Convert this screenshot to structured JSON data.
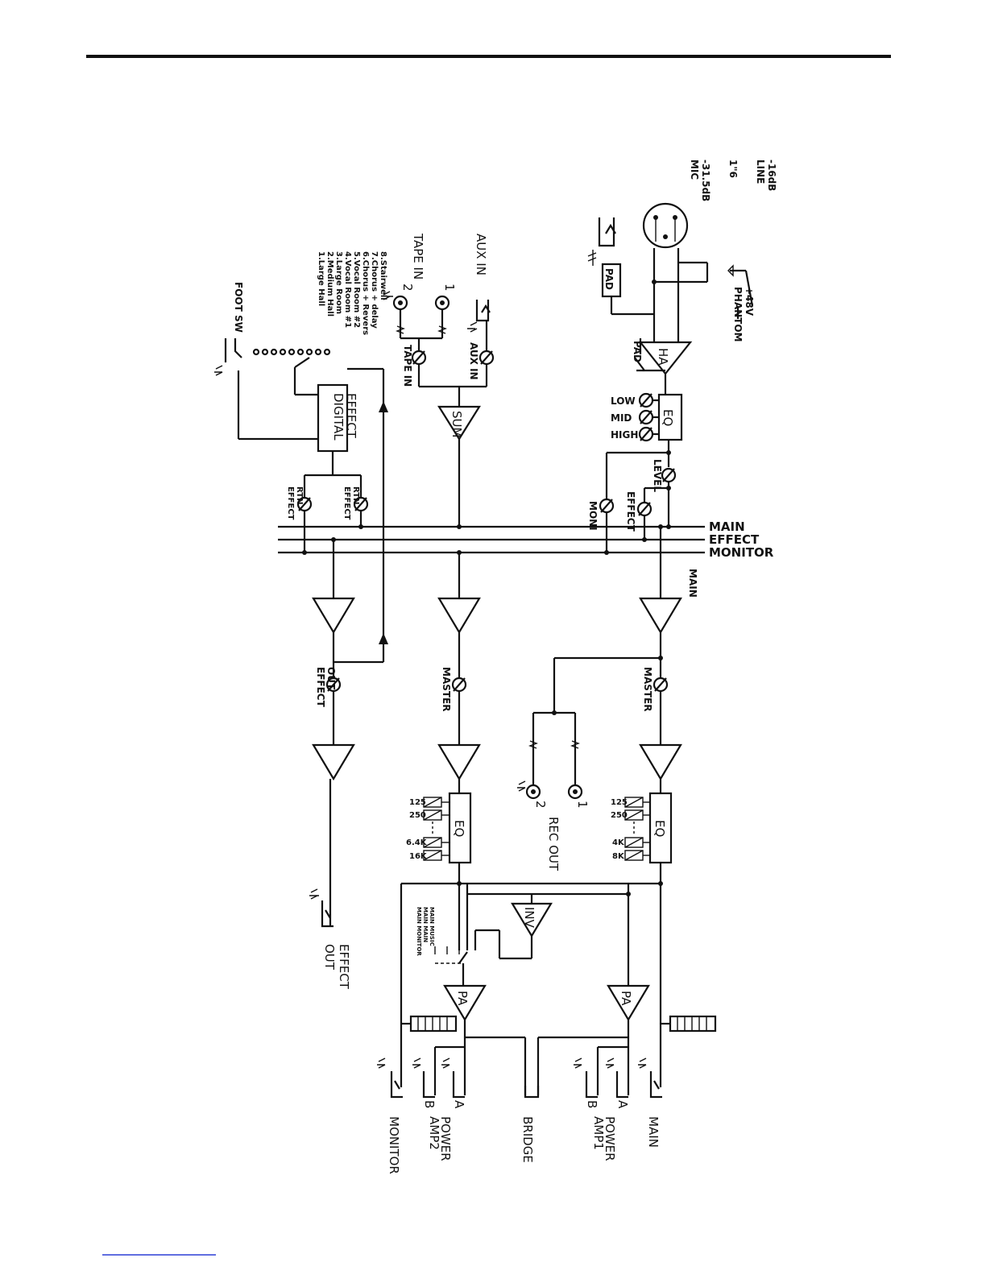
{
  "mic_labels": [
    "MIC",
    "-31.5dB",
    "1\"6",
    "LINE",
    "-16dB"
  ],
  "phantom_labels": [
    "PHANTOM",
    "+48V"
  ],
  "pad_box": "PAD",
  "pad_switch": "PAD",
  "ha_label": "HA",
  "ch_eq_label": "EQ",
  "ch_eq_knobs": [
    "LOW",
    "MID",
    "HIGH"
  ],
  "level_label": "LEVEL",
  "effect_send_label": "EFFECT",
  "moni_label": "MONI",
  "aux_in_title": "AUX IN",
  "tape_in_title": "TAPE IN",
  "aux_in_knob": "AUX IN",
  "tape_in_knob": "TAPE IN",
  "tape_jack_nums": [
    "1",
    "2"
  ],
  "sum_label": "SUM",
  "effect_presets": [
    "1.Large Hall",
    "2.Medium Hall",
    "3.Large Room",
    "4.Vocal Room #1",
    "5.Vocal Room #2",
    "6.Chorus + Revers",
    "7.Chorus + delay",
    "8.Stairwell"
  ],
  "digital_effect_lines": [
    "DIGITAL",
    "EFFECT"
  ],
  "foot_sw_label": "FOOT SW",
  "effect_rtn_label_lines": [
    "EFFECT",
    "RTN"
  ],
  "bus_labels": [
    "MAIN",
    "EFFECT",
    "MONITOR"
  ],
  "main_amp_label": "MAIN",
  "master_label": "MASTER",
  "effect_out_knob_lines": [
    "EFFECT",
    "OUT"
  ],
  "rec_out_title": "REC OUT",
  "rec_out_nums": [
    "1",
    "2"
  ],
  "geq_label": "EQ",
  "geq_bands_main": [
    "125",
    "250",
    "4K",
    "8K"
  ],
  "geq_bands_monitor": [
    "125",
    "250",
    "6.4K",
    "16K"
  ],
  "inv_label": "INV",
  "pa_label": "PA",
  "mode_switch_labels": [
    "MAIN MUSIC",
    "MAIN MAIN",
    "MAIN MONITOR"
  ],
  "effect_out_jack_lines": [
    "EFFECT",
    "OUT"
  ],
  "out_labels": {
    "main": "MAIN",
    "power_amp1": [
      "POWER",
      "AMP1"
    ],
    "bridge": "BRIDGE",
    "power_amp2": [
      "POWER",
      "AMP2"
    ],
    "monitor": "MONITOR",
    "a": "A",
    "b": "B"
  }
}
